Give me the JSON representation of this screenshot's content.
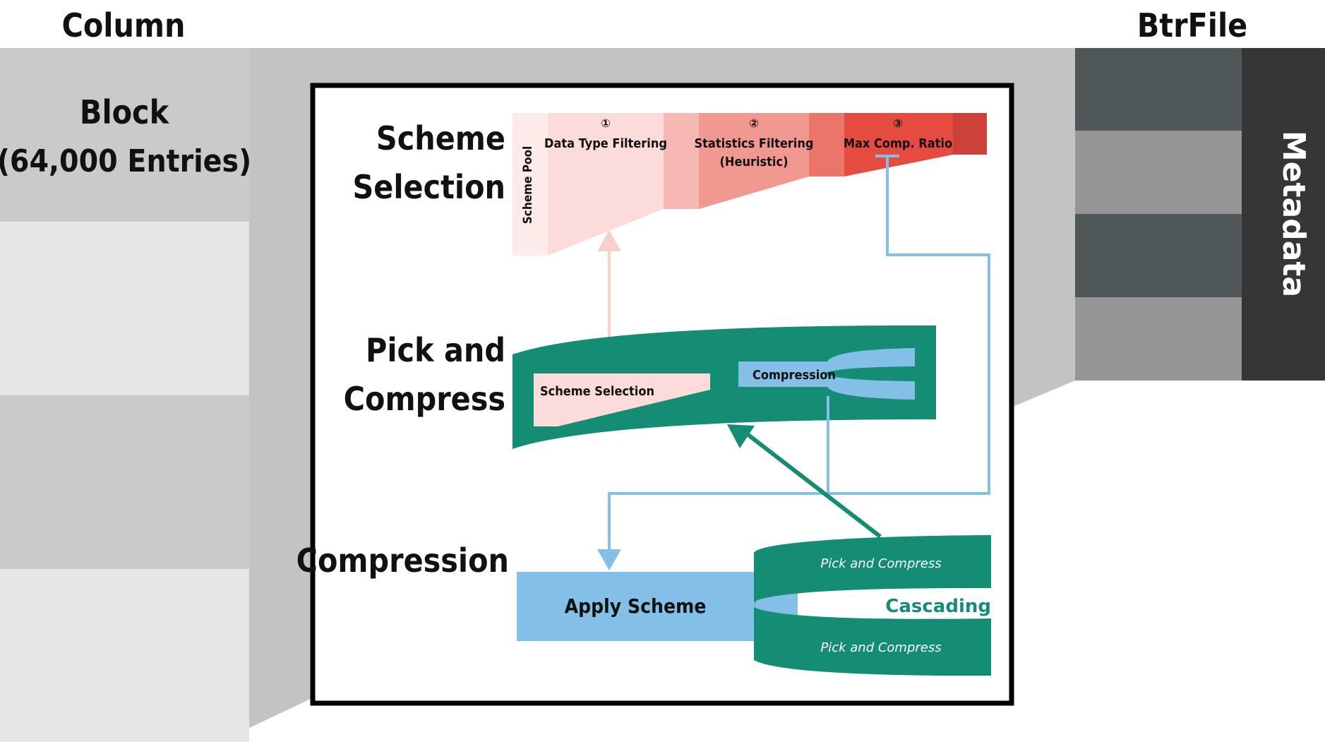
{
  "headers": {
    "column": "Column",
    "btrfile": "BtrFile"
  },
  "block": {
    "line1": "Block",
    "line2": "(64,000 Entries)"
  },
  "metadata": "Metadata",
  "stages": {
    "scheme_selection_line1": "Scheme",
    "scheme_selection_line2": "Selection",
    "pick_line1": "Pick and",
    "pick_line2": "Compress",
    "compression": "Compression"
  },
  "funnel": {
    "pool": "Scheme Pool",
    "step1_num": "①",
    "step1": "Data Type Filtering",
    "step2_num": "②",
    "step2_line1": "Statistics Filtering",
    "step2_line2": "(Heuristic)",
    "step3_num": "③",
    "step3": "Max Comp. Ratio"
  },
  "pick": {
    "scheme_selection": "Scheme Selection",
    "compression": "Compression"
  },
  "compression": {
    "apply": "Apply Scheme",
    "cascade_top": "Pick and Compress",
    "cascade_bottom": "Pick and Compress",
    "cascading": "Cascading"
  },
  "colors": {
    "gray_light": "#cbcacb",
    "gray_lighter": "#e6e6e6",
    "gray_connector": "#c4c3c4",
    "metadata_dark": "#363636",
    "btr_dark": "#4f5758",
    "btr_mid": "#969696",
    "green": "#158c74",
    "blue": "#84bfe7",
    "red_dark": "#e54b3f",
    "red_light": "#fbdcda"
  }
}
